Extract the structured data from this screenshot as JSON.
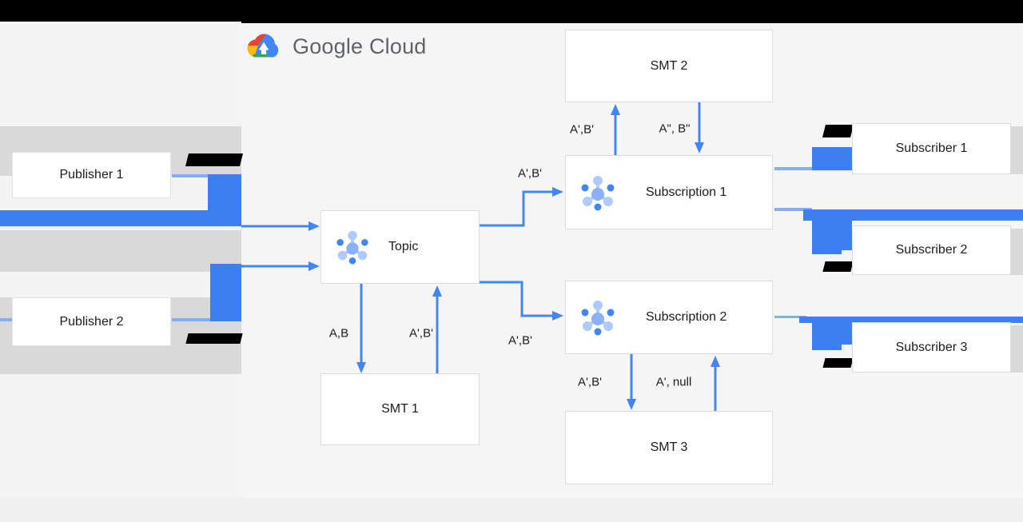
{
  "logo": {
    "text": "Google Cloud"
  },
  "nodes": {
    "publisher1": {
      "label": "Publisher 1"
    },
    "publisher2": {
      "label": "Publisher 2"
    },
    "topic": {
      "label": "Topic"
    },
    "smt1": {
      "label": "SMT 1"
    },
    "smt2": {
      "label": "SMT 2"
    },
    "smt3": {
      "label": "SMT 3"
    },
    "subscription1": {
      "label": "Subscription 1"
    },
    "subscription2": {
      "label": "Subscription 2"
    },
    "subscriber1": {
      "label": "Subscriber 1"
    },
    "subscriber2": {
      "label": "Subscriber 2"
    },
    "subscriber3": {
      "label": "Subscriber 3"
    }
  },
  "edges": {
    "topic_to_smt1": {
      "label": "A,B"
    },
    "smt1_to_topic": {
      "label": "A',B'"
    },
    "topic_to_subscription1": {
      "label": "A',B'"
    },
    "topic_to_subscription2": {
      "label": "A',B'"
    },
    "subscription1_to_smt2": {
      "label": "A',B'"
    },
    "smt2_to_subscription1": {
      "label": "A\", B\""
    },
    "subscription2_to_smt3": {
      "label": "A',B'"
    },
    "smt3_to_subscription2": {
      "label": "A', null"
    }
  },
  "colors": {
    "arrow-blue": "#4285f4",
    "bar-blue": "#3d7ef2",
    "light-blue": "#85acf7",
    "band-gray": "#d9d9d9",
    "box-border": "#dadce0",
    "ink": "#1c1c1c",
    "logo-gray": "#5f6368",
    "bg": "#f5f5f6",
    "bg-left": "#f4f4f4",
    "bg-bottom": "#f0f0f1",
    "black": "#000000",
    "icon-light": "#aecbfa",
    "icon-mid": "#8ab0f8",
    "icon-dark": "#4285f4"
  }
}
